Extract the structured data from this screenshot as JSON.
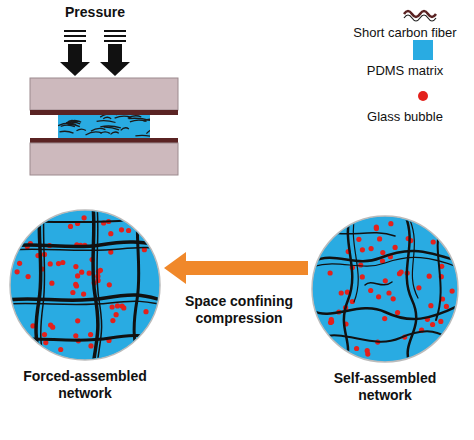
{
  "diagram": {
    "nodes": [
      {
        "text": [
          "Forced-assembled network"
        ]
      },
      {
        "text": [
          "Self-assembled network"
        ]
      }
    ],
    "edges": [
      {
        "from": 1,
        "to": 0,
        "arrow": "to",
        "label": "Space confining compression"
      }
    ],
    "labels": [
      "Pressure"
    ],
    "legend": [
      {
        "text": "Short carbon fiber"
      },
      {
        "text": "PDMS matrix",
        "color": "#29abe2"
      },
      {
        "text": "Glass bubble",
        "color": "#e3211c"
      }
    ]
  }
}
